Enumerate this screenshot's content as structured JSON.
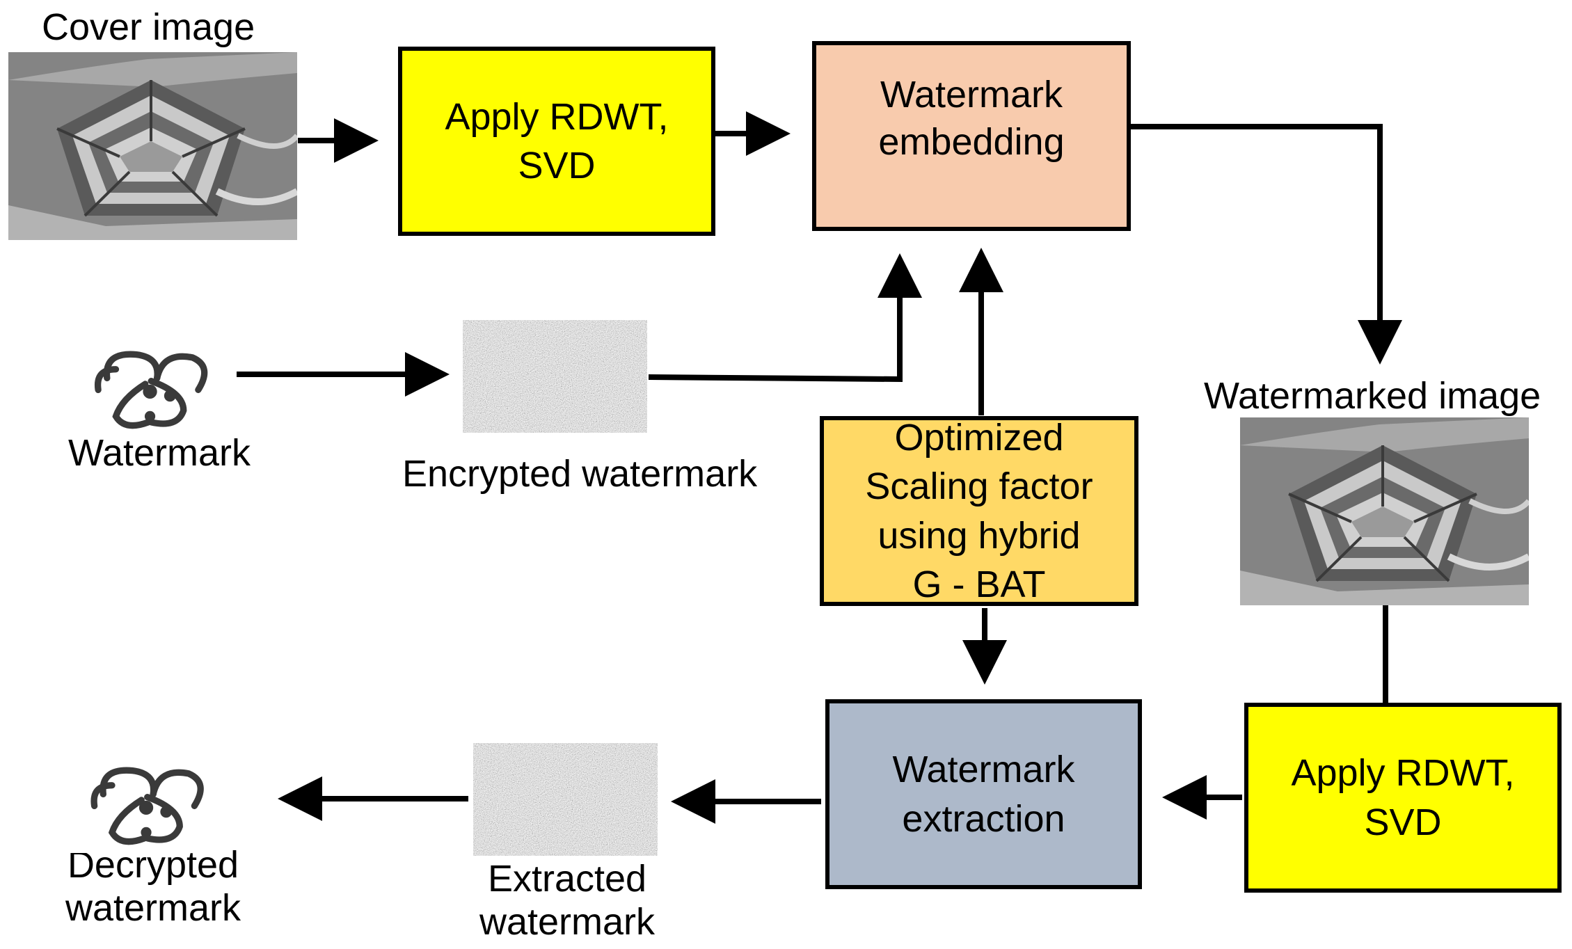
{
  "labels": {
    "cover_image": "Cover image",
    "watermark": "Watermark",
    "encrypted_watermark": "Encrypted watermark",
    "watermarked_image": "Watermarked image",
    "decrypted_watermark_1": "Decrypted",
    "decrypted_watermark_2": "watermark",
    "extracted_watermark_1": "Extracted",
    "extracted_watermark_2": "watermark"
  },
  "boxes": {
    "apply_top": {
      "line1": "Apply RDWT,",
      "line2": "SVD",
      "color": "#ffff00"
    },
    "embedding": {
      "line1": "Watermark",
      "line2": "embedding",
      "color": "#f8cbad"
    },
    "optimized": {
      "line1": "Optimized",
      "line2": "Scaling factor",
      "line3": "using hybrid",
      "line4": "G - BAT",
      "color": "#ffd966"
    },
    "extraction": {
      "line1": "Watermark",
      "line2": "extraction",
      "color": "#adb9ca"
    },
    "apply_bottom": {
      "line1": "Apply RDWT,",
      "line2": "SVD",
      "color": "#ffff00"
    }
  },
  "icons": {
    "cover": "aerial-pentagon-image",
    "watermarked": "aerial-pentagon-image",
    "watermark_logo": "swirl-logo",
    "decrypted_logo": "swirl-logo",
    "noise": "noise-pattern"
  }
}
